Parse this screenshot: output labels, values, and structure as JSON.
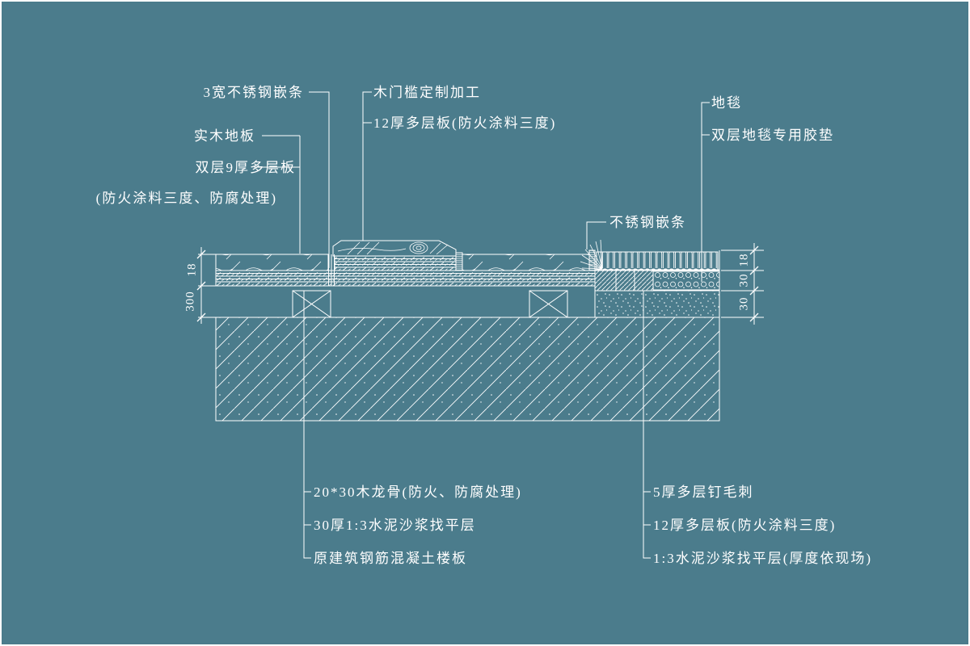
{
  "colors": {
    "background": "#4B7C8C",
    "line": "#FFFFFF",
    "text": "#FFFFFF"
  },
  "labels": {
    "steel_strip_3": "3宽不锈钢嵌条",
    "solid_wood_floor": "实木地板",
    "double_plywood_9": "双层9厚多层板",
    "double_plywood_note": "(防火涂料三度、防腐处理)",
    "threshold_custom": "木门槛定制加工",
    "plywood_12_threshold": "12厚多层板(防火涂料三度)",
    "carpet": "地毯",
    "carpet_pad": "双层地毯专用胶垫",
    "steel_strip_mid": "不锈钢嵌条",
    "wood_joist": "20*30木龙骨(防火、防腐处理)",
    "mortar_leveling_30": "30厚1:3水泥沙浆找平层",
    "original_slab": "原建筑钢筋混凝土楼板",
    "nail_strip_5": "5厚多层钉毛刺",
    "plywood_12_right": "12厚多层板(防火涂料三度)",
    "mortar_leveling_site": "1:3水泥沙浆找平层(厚度依现场)"
  },
  "dimensions": {
    "left": {
      "d1": "18",
      "d2": "300"
    },
    "right": {
      "d1": "18",
      "d2": "30",
      "d3": "30"
    }
  }
}
